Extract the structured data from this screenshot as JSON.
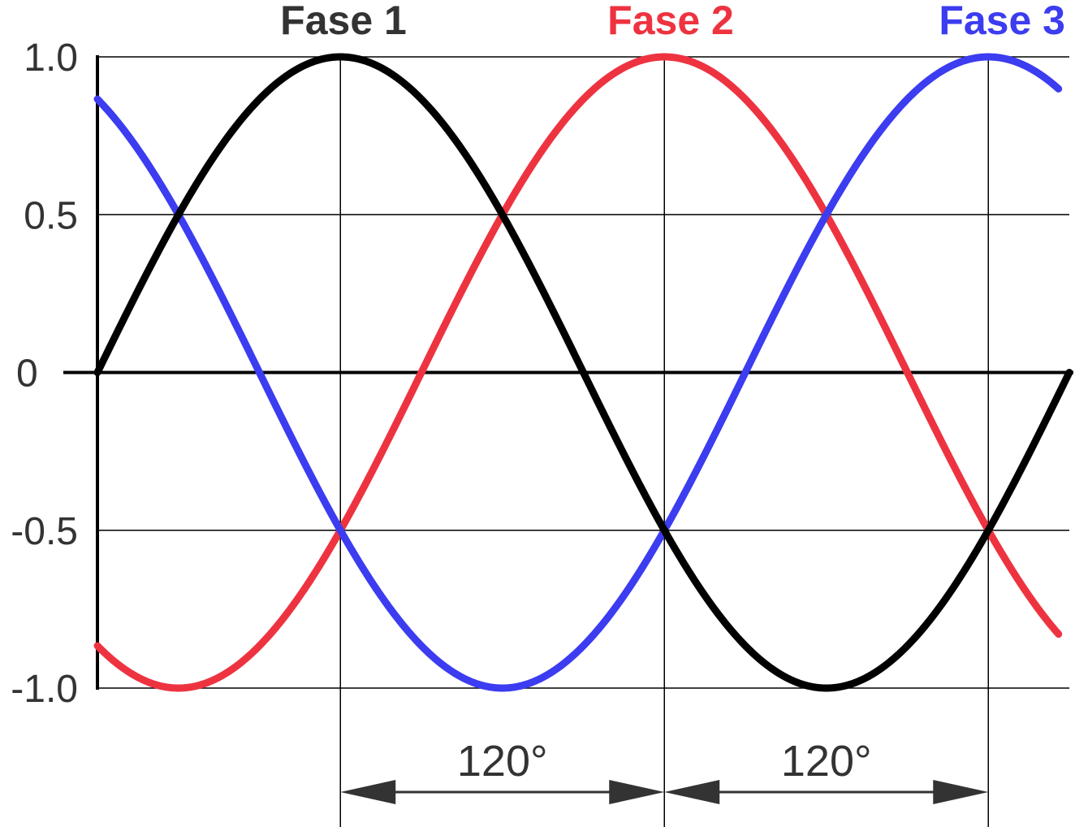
{
  "chart_data": {
    "type": "line",
    "title": "",
    "xlabel": "",
    "ylabel": "",
    "x_unit": "degrees",
    "xlim": [
      0,
      360
    ],
    "ylim": [
      -1.0,
      1.0
    ],
    "yticks": [
      {
        "value": 1.0,
        "label": "1.0"
      },
      {
        "value": 0.5,
        "label": "0.5"
      },
      {
        "value": 0,
        "label": "0"
      },
      {
        "value": -0.5,
        "label": "-0.5"
      },
      {
        "value": -1.0,
        "label": "-1.0"
      }
    ],
    "grid": true,
    "vertical_gridlines_deg": [
      90,
      210,
      330
    ],
    "series": [
      {
        "name": "Fase 1",
        "color": "#000000",
        "label_color": "#333333",
        "amplitude": 1.0,
        "phase_shift_deg": 0,
        "x_range": [
          0,
          360
        ],
        "x": [
          0,
          30,
          60,
          90,
          120,
          150,
          180,
          210,
          240,
          270,
          300,
          330,
          360
        ],
        "values": [
          0,
          0.5,
          0.866,
          1,
          0.866,
          0.5,
          0,
          -0.5,
          -0.866,
          -1,
          -0.866,
          -0.5,
          0
        ]
      },
      {
        "name": "Fase 2",
        "color": "#ee3340",
        "label_color": "#ee3340",
        "amplitude": 1.0,
        "phase_shift_deg": 120,
        "x_range": [
          0,
          356
        ],
        "x": [
          0,
          30,
          60,
          90,
          120,
          150,
          180,
          210,
          240,
          270,
          300,
          330,
          356
        ],
        "values": [
          -0.866,
          -1,
          -0.866,
          -0.5,
          0,
          0.5,
          0.866,
          1,
          0.866,
          0.5,
          0,
          -0.5,
          -0.83
        ]
      },
      {
        "name": "Fase 3",
        "color": "#3c3cf0",
        "label_color": "#3c3cf0",
        "amplitude": 1.0,
        "phase_shift_deg": 240,
        "x_range": [
          0,
          356
        ],
        "x": [
          0,
          30,
          60,
          90,
          120,
          150,
          180,
          210,
          240,
          270,
          300,
          330,
          356
        ],
        "values": [
          0.866,
          0.5,
          0,
          -0.5,
          -0.866,
          -1,
          -0.866,
          -0.5,
          0,
          0.5,
          0.866,
          1,
          0.9
        ]
      }
    ],
    "annotations": [
      {
        "from_deg": 90,
        "to_deg": 210,
        "label": "120°"
      },
      {
        "from_deg": 210,
        "to_deg": 330,
        "label": "120°"
      }
    ]
  }
}
